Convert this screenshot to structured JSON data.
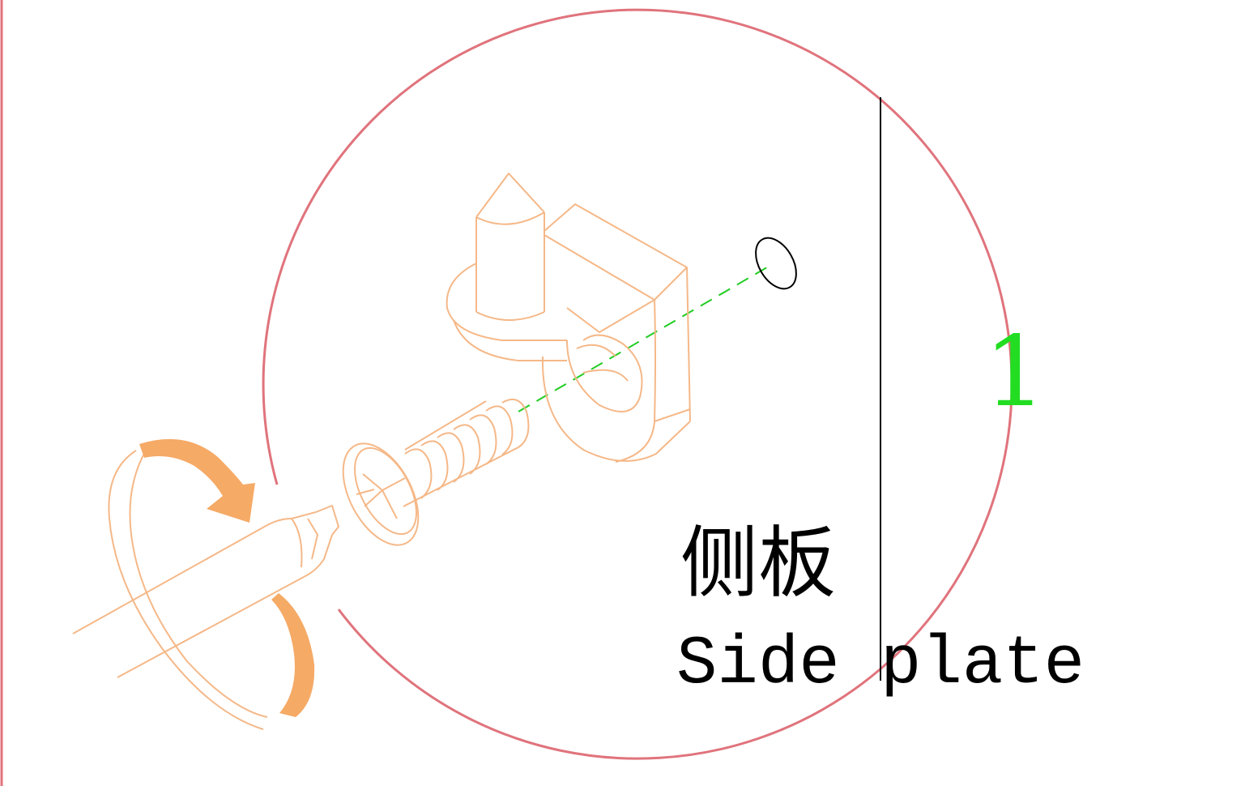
{
  "labels": {
    "part_cn": "侧板",
    "part_en": "Side plate",
    "callout_number": "1"
  },
  "colors": {
    "line_art": "#f5b888",
    "rotation_arrow": "#f5aa66",
    "detail_circle": "#e0737c",
    "axis_dashed": "#22cc22",
    "callout_number": "#22dd22",
    "leader_line": "#000000",
    "border": "#e0737c"
  },
  "icons": [
    "screwdriver-icon",
    "rotation-arrow-icon",
    "screw-icon",
    "shelf-support-icon"
  ]
}
